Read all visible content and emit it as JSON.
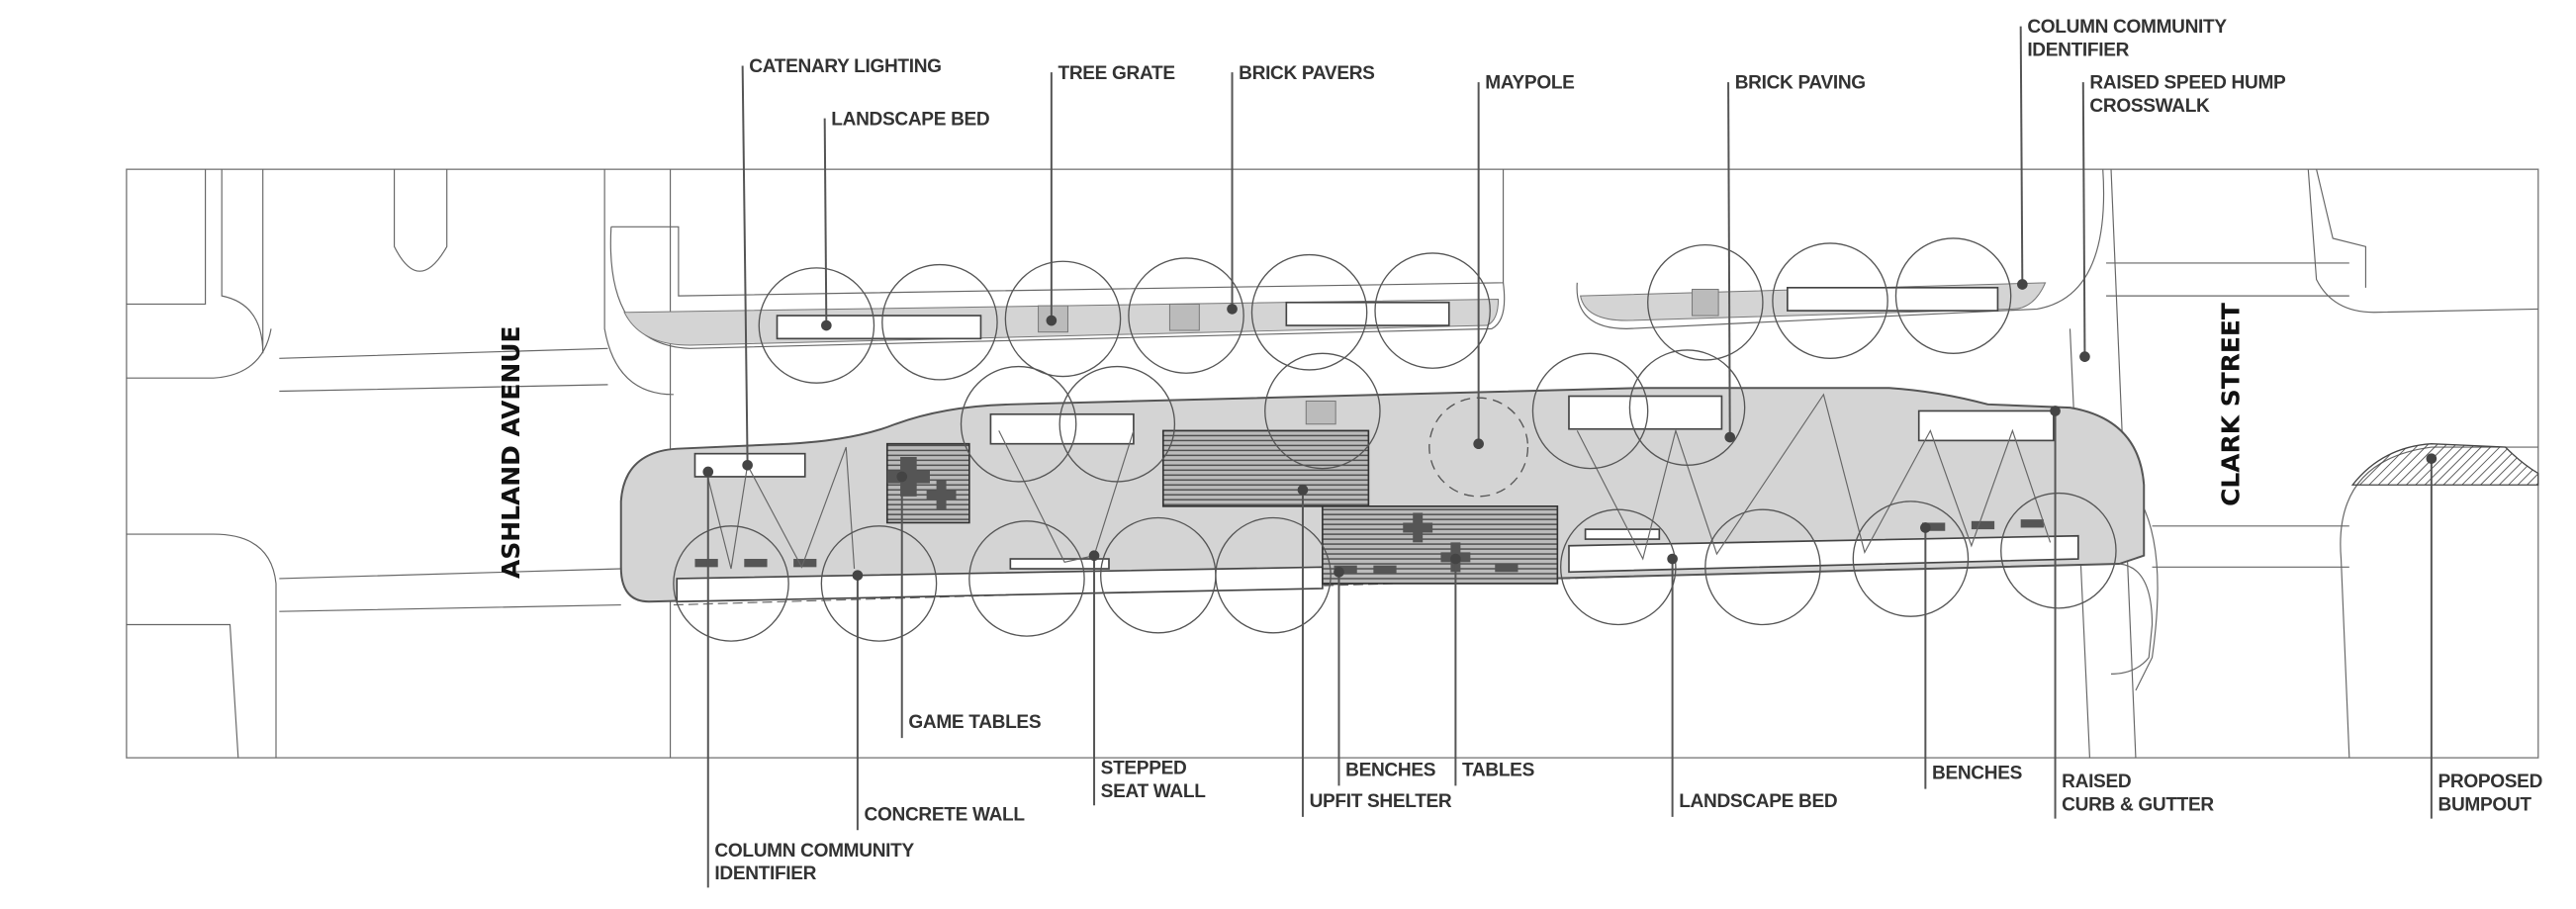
{
  "streets": {
    "west": "ASHLAND AVENUE",
    "east": "CLARK STREET"
  },
  "callouts_top": [
    {
      "id": "catenary-lighting",
      "lines": [
        "CATENARY LIGHTING"
      ]
    },
    {
      "id": "landscape-bed-north",
      "lines": [
        "LANDSCAPE BED"
      ]
    },
    {
      "id": "tree-grate",
      "lines": [
        "TREE GRATE"
      ]
    },
    {
      "id": "brick-pavers",
      "lines": [
        "BRICK PAVERS"
      ]
    },
    {
      "id": "maypole",
      "lines": [
        "MAYPOLE"
      ]
    },
    {
      "id": "brick-paving",
      "lines": [
        "BRICK PAVING"
      ]
    },
    {
      "id": "column-community-identifier-east",
      "lines": [
        "COLUMN COMMUNITY",
        "IDENTIFIER"
      ]
    },
    {
      "id": "raised-speed-hump-crosswalk",
      "lines": [
        "RAISED SPEED HUMP",
        "CROSSWALK"
      ]
    }
  ],
  "callouts_bottom": [
    {
      "id": "column-community-identifier-west",
      "lines": [
        "COLUMN COMMUNITY",
        "IDENTIFIER"
      ]
    },
    {
      "id": "game-tables",
      "lines": [
        "GAME TABLES"
      ]
    },
    {
      "id": "concrete-wall",
      "lines": [
        "CONCRETE WALL"
      ]
    },
    {
      "id": "stepped-seat-wall",
      "lines": [
        "STEPPED",
        "SEAT WALL"
      ]
    },
    {
      "id": "upfit-shelter",
      "lines": [
        "UPFIT SHELTER"
      ]
    },
    {
      "id": "benches-west",
      "lines": [
        "BENCHES"
      ]
    },
    {
      "id": "tables",
      "lines": [
        "TABLES"
      ]
    },
    {
      "id": "landscape-bed-south",
      "lines": [
        "LANDSCAPE BED"
      ]
    },
    {
      "id": "benches-east",
      "lines": [
        "BENCHES"
      ]
    },
    {
      "id": "raised-curb-gutter",
      "lines": [
        "RAISED",
        "CURB & GUTTER"
      ]
    },
    {
      "id": "proposed-bumpout",
      "lines": [
        "PROPOSED",
        "BUMPOUT"
      ]
    }
  ],
  "colors": {
    "paving": "#d4d4d4",
    "line": "#555555",
    "text": "#333333"
  }
}
